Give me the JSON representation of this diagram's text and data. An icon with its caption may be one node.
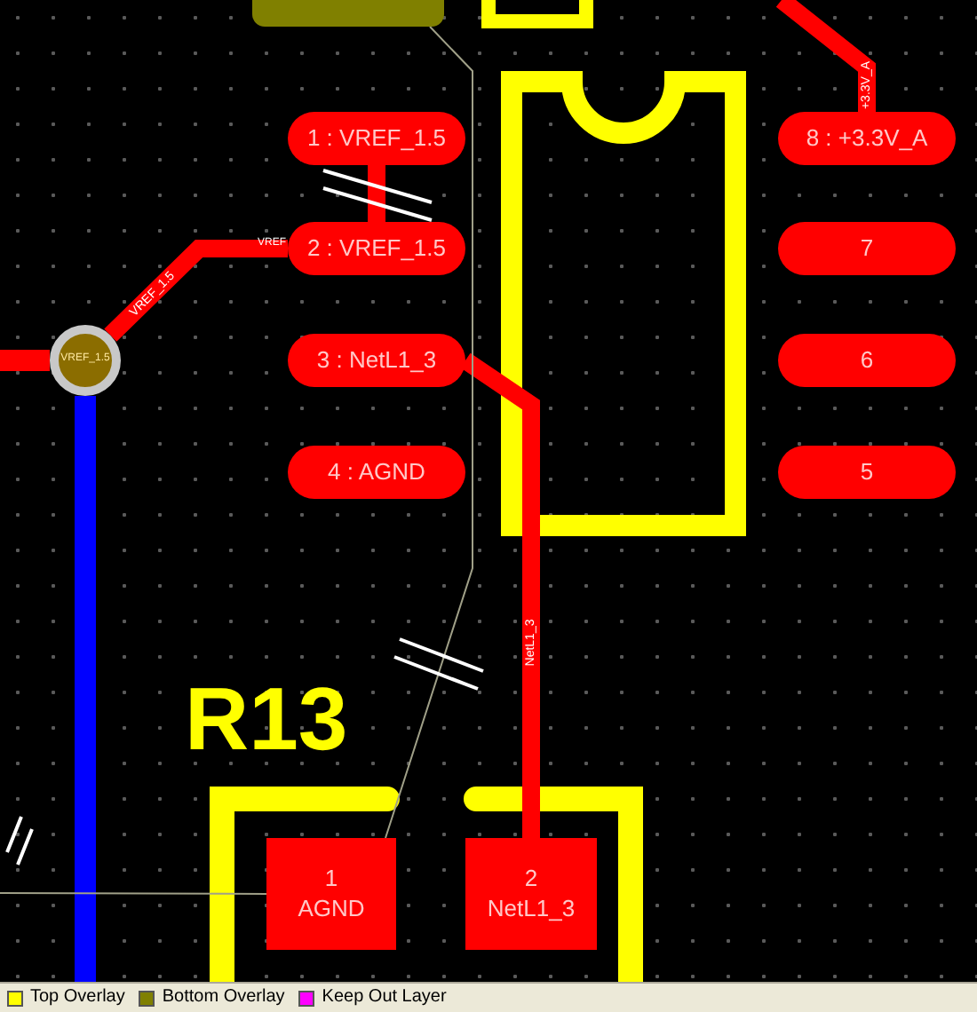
{
  "diagram": {
    "nodes": [
      {
        "text": [
          "1 : VREF_1.5"
        ]
      },
      {
        "text": [
          "2 : VREF_1.5"
        ]
      },
      {
        "text": [
          "3 : NetL1_3"
        ]
      },
      {
        "text": [
          "4 : AGND"
        ]
      },
      {
        "text": [
          "8 : +3.3V_A"
        ]
      },
      {
        "text": [
          "7"
        ]
      },
      {
        "text": [
          "6"
        ]
      },
      {
        "text": [
          "5"
        ]
      },
      {
        "text": [
          "VREF_1.5"
        ]
      },
      {
        "text": [
          "1",
          "AGND"
        ]
      },
      {
        "text": [
          "2",
          "NetL1_3"
        ]
      },
      {
        "text": [],
        "shape": "bar"
      }
    ],
    "edges": [
      {
        "from": 0,
        "to": 1,
        "arrow": "none"
      },
      {
        "from": 8,
        "to": 1,
        "arrow": "none",
        "label": "VREF_1.5"
      },
      {
        "from": null,
        "to": 8,
        "arrow": "none"
      },
      {
        "from": 8,
        "to": null,
        "arrow": "none",
        "color": "#0000ff"
      },
      {
        "from": 2,
        "to": 10,
        "arrow": "none",
        "label": "NetL1_3"
      },
      {
        "from": null,
        "to": 4,
        "arrow": "none",
        "label": "+3.3V_A"
      },
      {
        "from": 9,
        "to": 11,
        "arrow": "none",
        "color": "#a0a088"
      },
      {
        "from": 9,
        "to": null,
        "arrow": "none",
        "color": "#a0a088"
      }
    ],
    "labels": [
      "VREF",
      "R13"
    ],
    "legend": [
      {
        "text": "Top Overlay",
        "color": "#ffff00"
      },
      {
        "text": "Bottom Overlay",
        "color": "#808000"
      },
      {
        "text": "Keep Out Layer",
        "color": "#ff00ff"
      }
    ]
  }
}
